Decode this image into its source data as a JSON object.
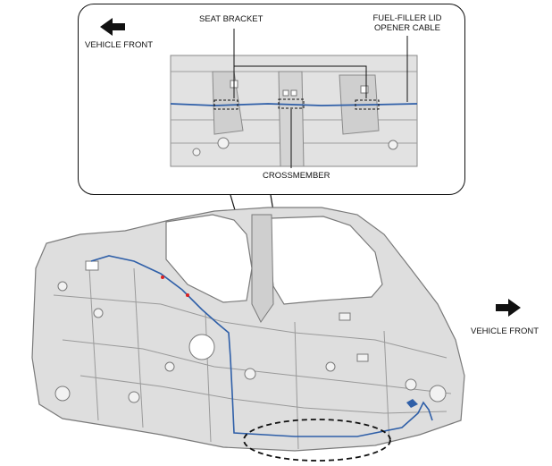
{
  "labels": {
    "vehicle_front_top": "VEHICLE FRONT",
    "vehicle_front_right": "VEHICLE FRONT",
    "seat_bracket": "SEAT BRACKET",
    "fuel_filler_line1": "FUEL-FILLER LID",
    "fuel_filler_line2": "OPENER CABLE",
    "crossmember": "CROSSMEMBER"
  },
  "colors": {
    "cable": "#2f5fa8",
    "body_panel": "#d9d9d9",
    "panel_edge": "#8a8a8a",
    "outline": "#111111"
  },
  "icons": [
    "arrow-left-icon",
    "arrow-right-icon"
  ]
}
